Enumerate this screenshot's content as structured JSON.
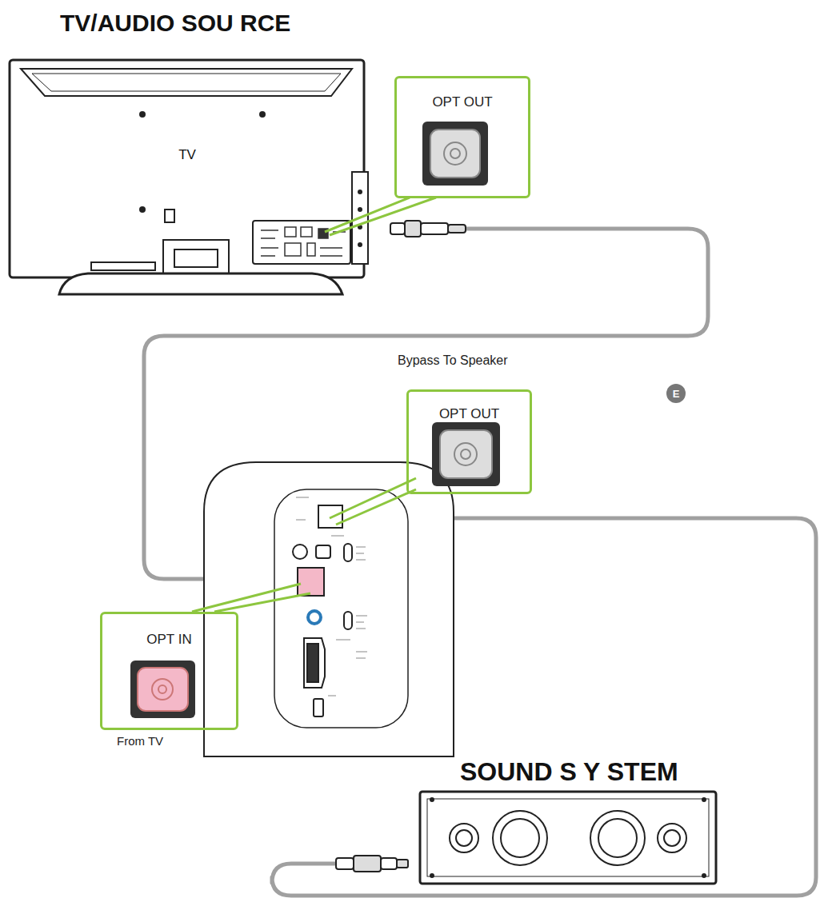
{
  "diagram": {
    "title": "TV/AUDIO SOU RCE",
    "nodes": [
      {
        "text": [
          "TV"
        ]
      },
      {
        "text": [
          "OPT OUT"
        ]
      },
      {
        "text": [
          "OPT OUT"
        ]
      },
      {
        "text": [
          "OPT IN",
          "From TV"
        ]
      },
      {
        "text": [
          "SOUND S Y STEM"
        ]
      }
    ],
    "labels": [
      "Bypass To Speaker",
      "E"
    ]
  }
}
